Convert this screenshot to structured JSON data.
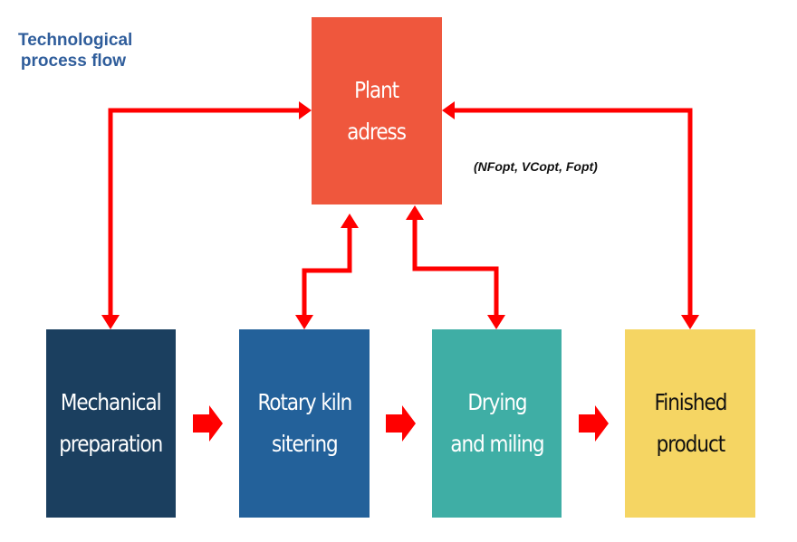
{
  "title": {
    "line1": "Technological",
    "line2": "process flow"
  },
  "nodes": {
    "plant": "Plant\nadress",
    "mechanical": "Mechanical\npreparation",
    "rotary": "Rotary kiln\nsitering",
    "drying": "Drying\nand miling",
    "finished": "Finished\nproduct"
  },
  "annotation": "(NFopt, VCopt, Fopt)",
  "colors": {
    "title": "#2F5D9B",
    "plant": "#EF573D",
    "mechanical": "#1B3F5F",
    "rotary": "#23619A",
    "drying": "#3FAEA5",
    "finished": "#F5D563",
    "arrows": "#FF0000"
  },
  "edges": [
    {
      "from": "plant",
      "to": "mechanical",
      "type": "bidirectional"
    },
    {
      "from": "plant",
      "to": "rotary",
      "type": "bidirectional"
    },
    {
      "from": "plant",
      "to": "drying",
      "type": "bidirectional"
    },
    {
      "from": "plant",
      "to": "finished",
      "type": "bidirectional"
    },
    {
      "from": "mechanical",
      "to": "rotary",
      "type": "flow"
    },
    {
      "from": "rotary",
      "to": "drying",
      "type": "flow"
    },
    {
      "from": "drying",
      "to": "finished",
      "type": "flow"
    }
  ]
}
